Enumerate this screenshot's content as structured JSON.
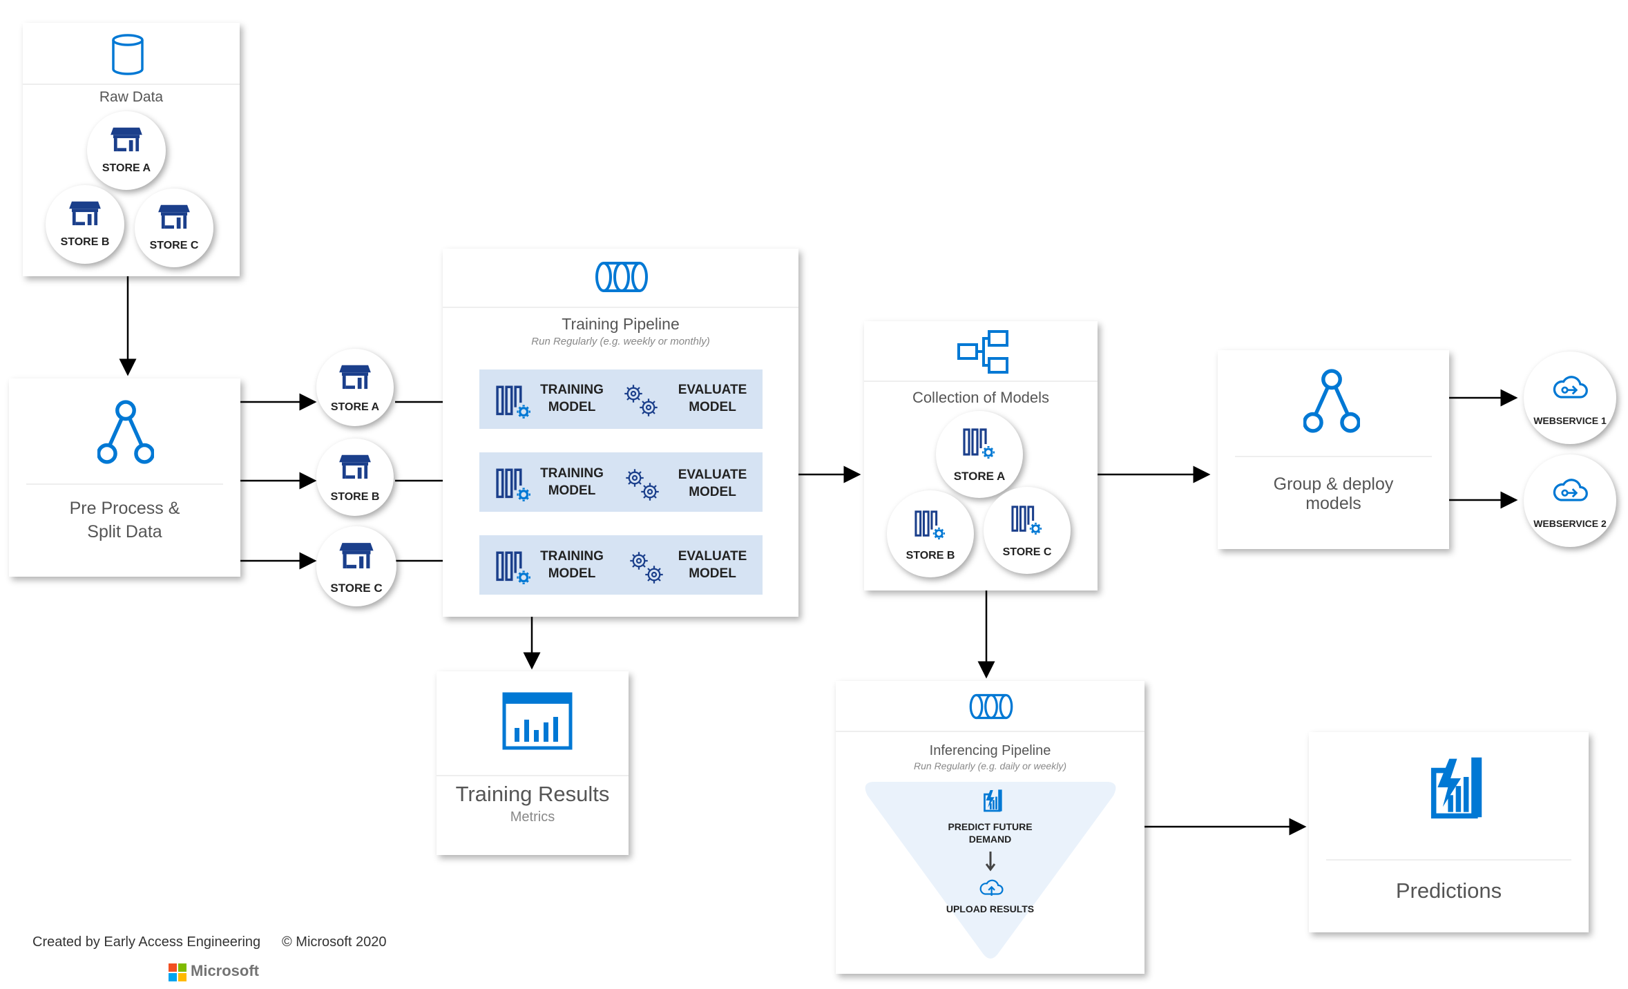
{
  "raw_data": {
    "label": "Raw Data",
    "stores": [
      "STORE A",
      "STORE B",
      "STORE C"
    ]
  },
  "preprocess": {
    "label_line1": "Pre Process &",
    "label_line2": "Split Data"
  },
  "split_stores": [
    "STORE A",
    "STORE B",
    "STORE C"
  ],
  "training_pipeline": {
    "title": "Training Pipeline",
    "subtitle": "Run Regularly (e.g. weekly or monthly)",
    "rows": [
      {
        "train_l1": "TRAINING",
        "train_l2": "MODEL",
        "eval_l1": "EVALUATE",
        "eval_l2": "MODEL"
      },
      {
        "train_l1": "TRAINING",
        "train_l2": "MODEL",
        "eval_l1": "EVALUATE",
        "eval_l2": "MODEL"
      },
      {
        "train_l1": "TRAINING",
        "train_l2": "MODEL",
        "eval_l1": "EVALUATE",
        "eval_l2": "MODEL"
      }
    ]
  },
  "training_results": {
    "title": "Training Results",
    "subtitle": "Metrics"
  },
  "collection": {
    "label": "Collection of Models",
    "stores": [
      "STORE A",
      "STORE B",
      "STORE C"
    ]
  },
  "deploy": {
    "label_line1": "Group & deploy",
    "label_line2": "models"
  },
  "webservices": [
    "WEBSERVICE 1",
    "WEBSERVICE 2"
  ],
  "inferencing": {
    "title": "Inferencing Pipeline",
    "subtitle": "Run Regularly (e.g. daily or weekly)",
    "step1_l1": "PREDICT FUTURE",
    "step1_l2": "DEMAND",
    "step2": "UPLOAD RESULTS"
  },
  "predictions": {
    "label": "Predictions"
  },
  "footer": {
    "created_by": "Created by Early Access Engineering",
    "copyright": "© Microsoft 2020",
    "logo_text": "Microsoft"
  },
  "colors": {
    "accent": "#0078d4",
    "store_navy": "#1b3f8b",
    "row_bg": "#d6e3f3",
    "triangle_bg": "#eaf2fb",
    "ms_red": "#f25022",
    "ms_green": "#7fba00",
    "ms_blue": "#00a4ef",
    "ms_yellow": "#ffb900"
  }
}
